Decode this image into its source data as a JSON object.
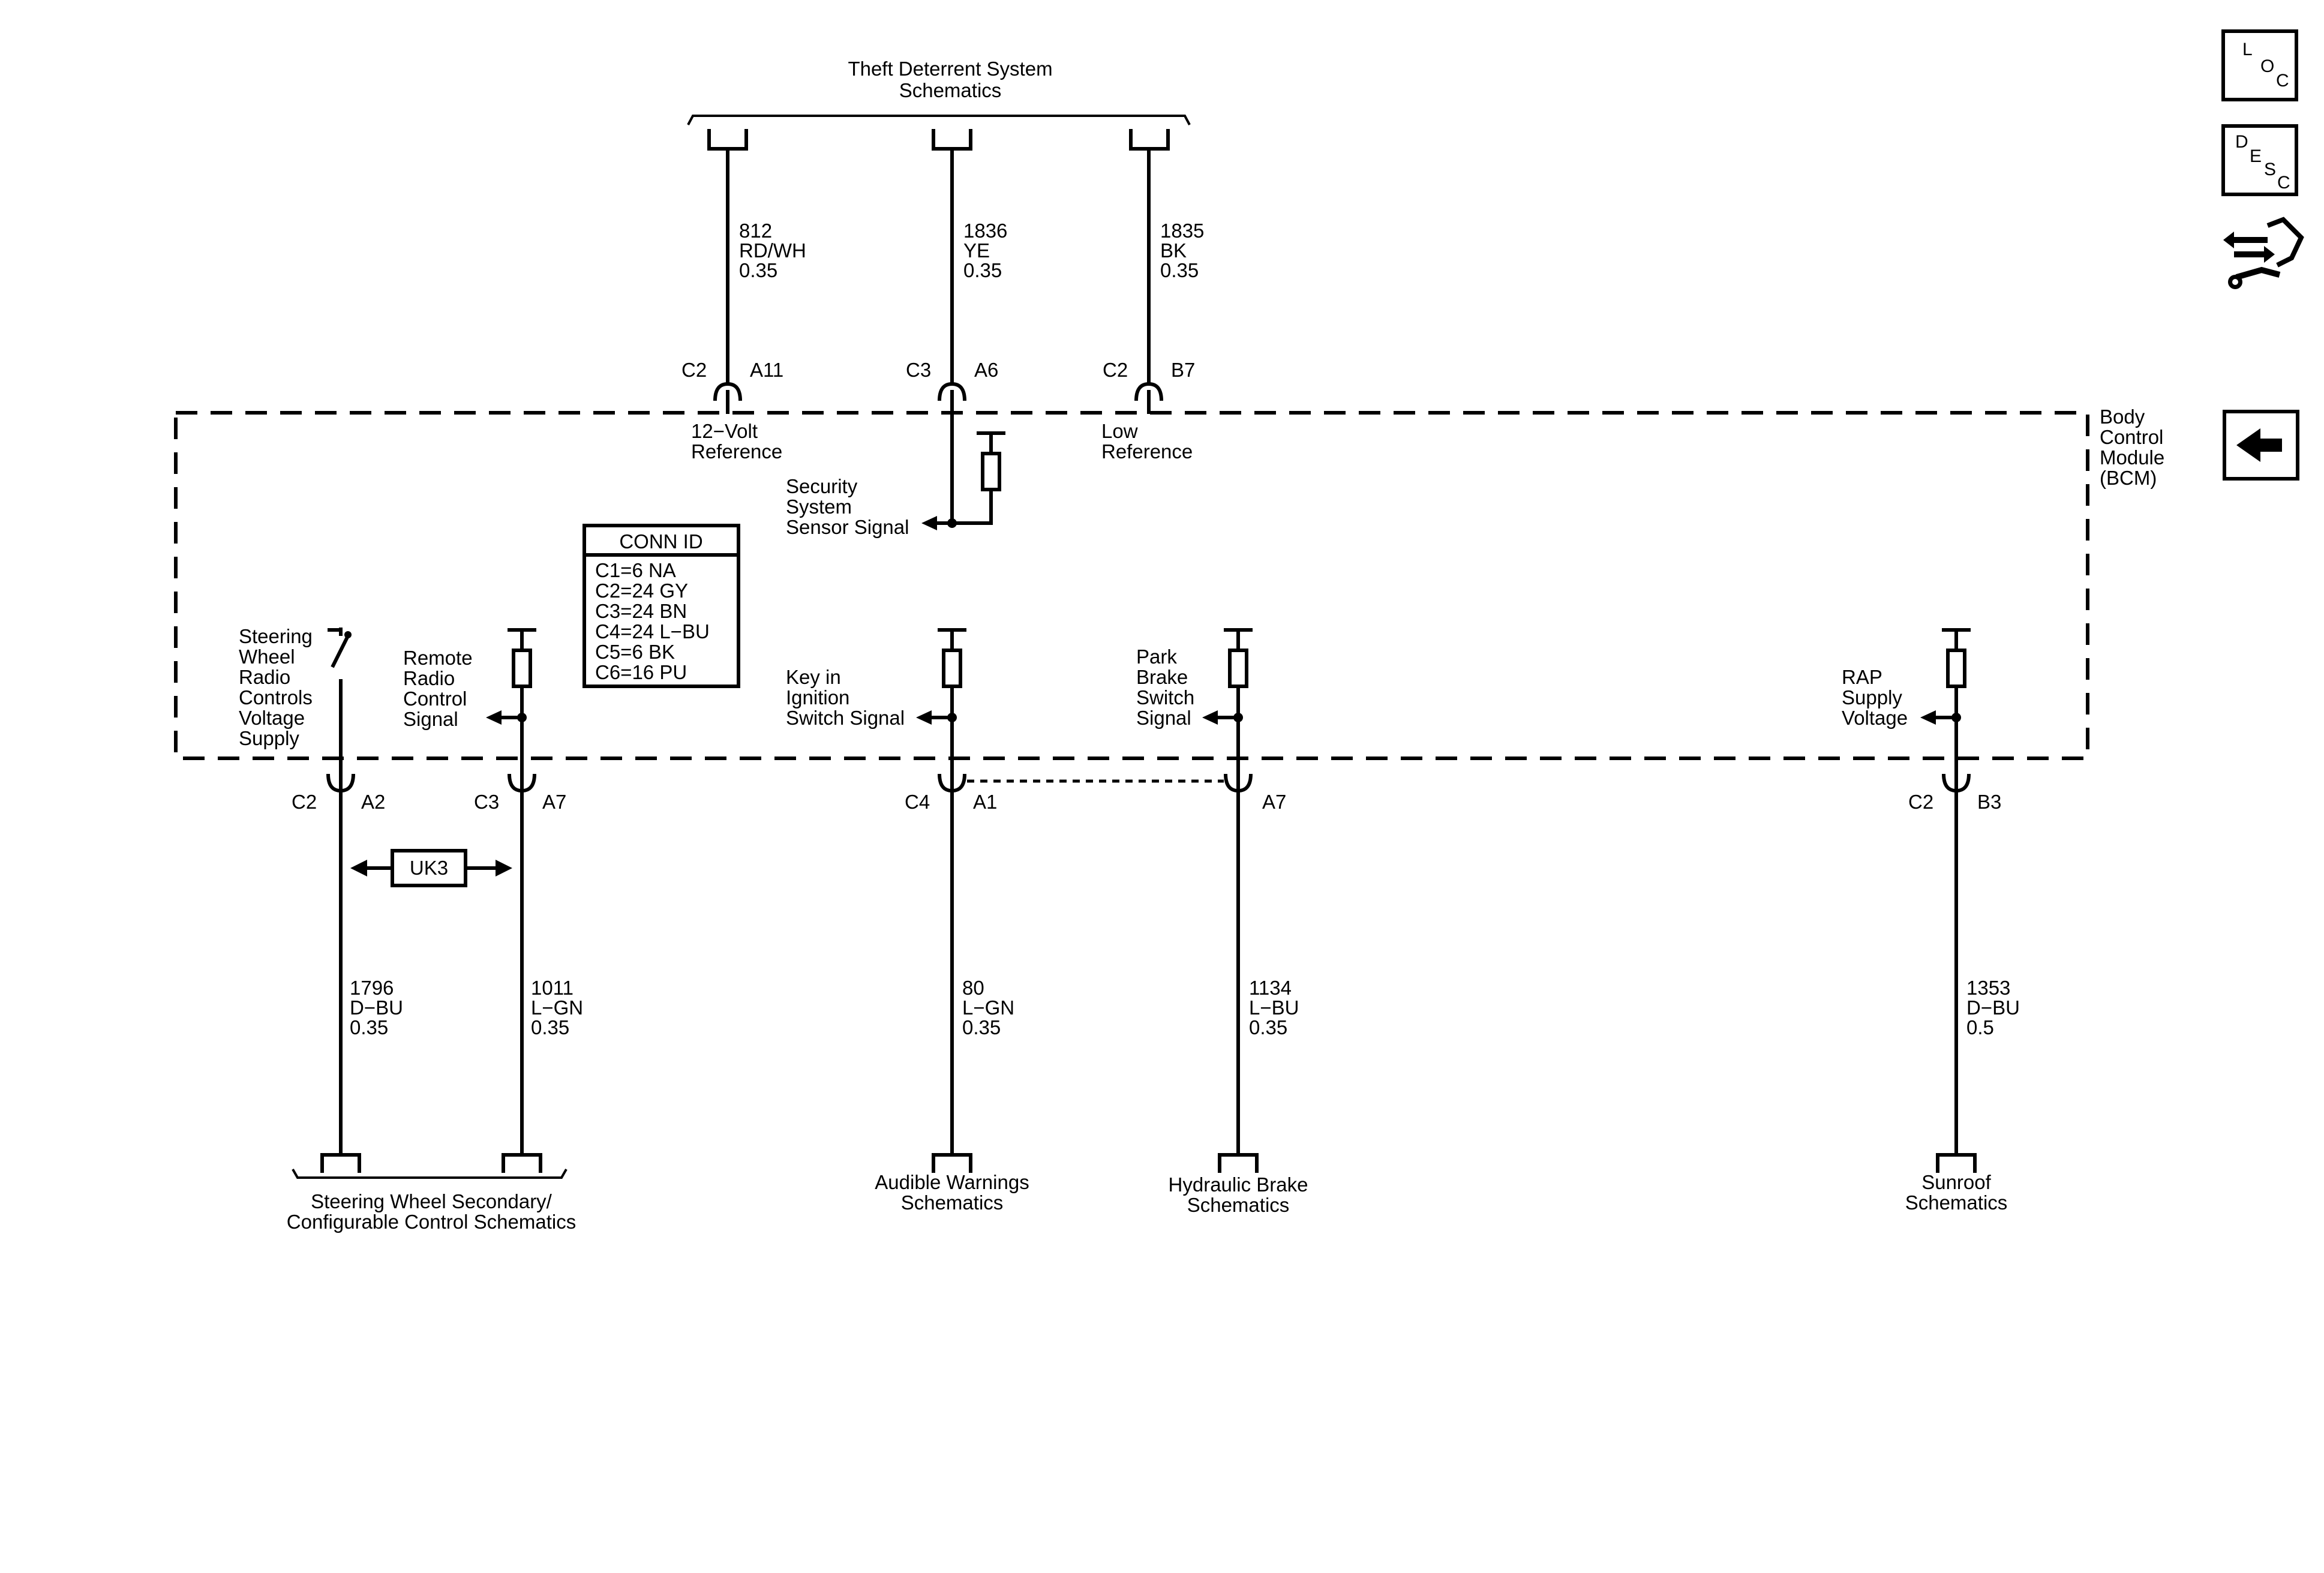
{
  "header": {
    "theft_title_1": "Theft Deterrent System",
    "theft_title_2": "Schematics"
  },
  "top_wires": [
    {
      "circuit": "812",
      "color": "RD/WH",
      "gauge": "0.35",
      "conn": "C2",
      "pin": "A11",
      "func_1": "12−Volt",
      "func_2": "Reference"
    },
    {
      "circuit": "1836",
      "color": "YE",
      "gauge": "0.35",
      "conn": "C3",
      "pin": "A6"
    },
    {
      "circuit": "1835",
      "color": "BK",
      "gauge": "0.35",
      "conn": "C2",
      "pin": "B7",
      "func_1": "Low",
      "func_2": "Reference"
    }
  ],
  "security": {
    "line_1": "Security",
    "line_2": "System",
    "line_3": "Sensor Signal"
  },
  "module": {
    "line_1": "Body",
    "line_2": "Control",
    "line_3": "Module",
    "line_4": "(BCM)"
  },
  "conn_table": {
    "title": "CONN ID",
    "rows": [
      "C1=6 NA",
      "C2=24 GY",
      "C3=24 BN",
      "C4=24 L−BU",
      "C5=6 BK",
      "C6=16 PU"
    ]
  },
  "signals": {
    "steering": [
      "Steering",
      "Wheel",
      "Radio",
      "Controls",
      "Voltage",
      "Supply"
    ],
    "remote": [
      "Remote",
      "Radio",
      "Control",
      "Signal"
    ],
    "key": [
      "Key in",
      "Ignition",
      "Switch Signal"
    ],
    "park": [
      "Park",
      "Brake",
      "Switch",
      "Signal"
    ],
    "rap": [
      "RAP",
      "Supply",
      "Voltage"
    ]
  },
  "bottom_wires": [
    {
      "conn": "C2",
      "pin": "A2",
      "circuit": "1796",
      "color": "D−BU",
      "gauge": "0.35"
    },
    {
      "conn": "C3",
      "pin": "A7",
      "circuit": "1011",
      "color": "L−GN",
      "gauge": "0.35"
    },
    {
      "conn": "C4",
      "pin": "A1",
      "circuit": "80",
      "color": "L−GN",
      "gauge": "0.35"
    },
    {
      "pin": "A7",
      "circuit": "1134",
      "color": "L−BU",
      "gauge": "0.35"
    },
    {
      "conn": "C2",
      "pin": "B3",
      "circuit": "1353",
      "color": "D−BU",
      "gauge": "0.5"
    }
  ],
  "uk3": "UK3",
  "destinations": {
    "steering_1": "Steering Wheel Secondary/",
    "steering_2": "Configurable Control Schematics",
    "audible_1": "Audible Warnings",
    "audible_2": "Schematics",
    "hydraulic_1": "Hydraulic Brake",
    "hydraulic_2": "Schematics",
    "sunroof_1": "Sunroof",
    "sunroof_2": "Schematics"
  },
  "side_buttons": {
    "loc": [
      "L",
      "O",
      "C"
    ],
    "desc": [
      "D",
      "E",
      "S",
      "C"
    ],
    "connector_icon": "connector-tools-icon",
    "back_icon": "back-arrow-icon"
  }
}
